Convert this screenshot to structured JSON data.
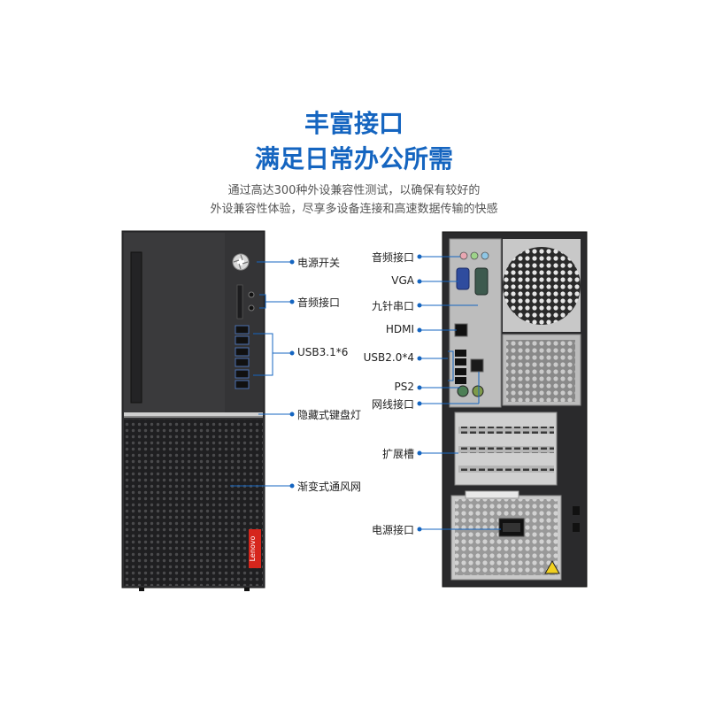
{
  "header": {
    "title_line1": "丰富接口",
    "title_line2": "满足日常办公所需",
    "desc_line1": "通过高达300种外设兼容性测试，以确保有较好的",
    "desc_line2": "外设兼容性体验，尽享多设备连接和高速数据传输的快感"
  },
  "front_labels": {
    "power_switch": "电源开关",
    "audio_jack": "音频接口",
    "usb31": "USB3.1*6",
    "hidden_light": "隐藏式键盘灯",
    "vent_mesh": "渐变式通风网"
  },
  "rear_labels": {
    "audio_port": "音频接口",
    "vga": "VGA",
    "serial": "九针串口",
    "hdmi": "HDMI",
    "usb20": "USB2.0*4",
    "ps2": "PS2",
    "ethernet": "网线接口",
    "expansion": "扩展槽",
    "power_port": "电源接口"
  },
  "brand": {
    "logo_text": "Lenovo"
  },
  "colors": {
    "accent": "#1565c0",
    "case": "#2f2f31",
    "chassis": "#c7c7c7"
  }
}
